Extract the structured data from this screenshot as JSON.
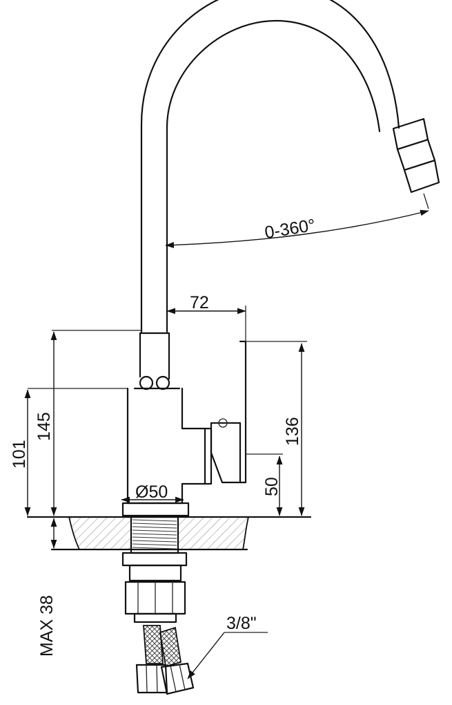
{
  "dimensions": {
    "rotation": "0-360°",
    "spout_reach": "72",
    "total_height": "145",
    "body_height": "101",
    "lever_height": "136",
    "outlet_height": "50",
    "base_diameter": "Ø50",
    "max_countertop": "MAX 38",
    "connection": "3/8\""
  }
}
